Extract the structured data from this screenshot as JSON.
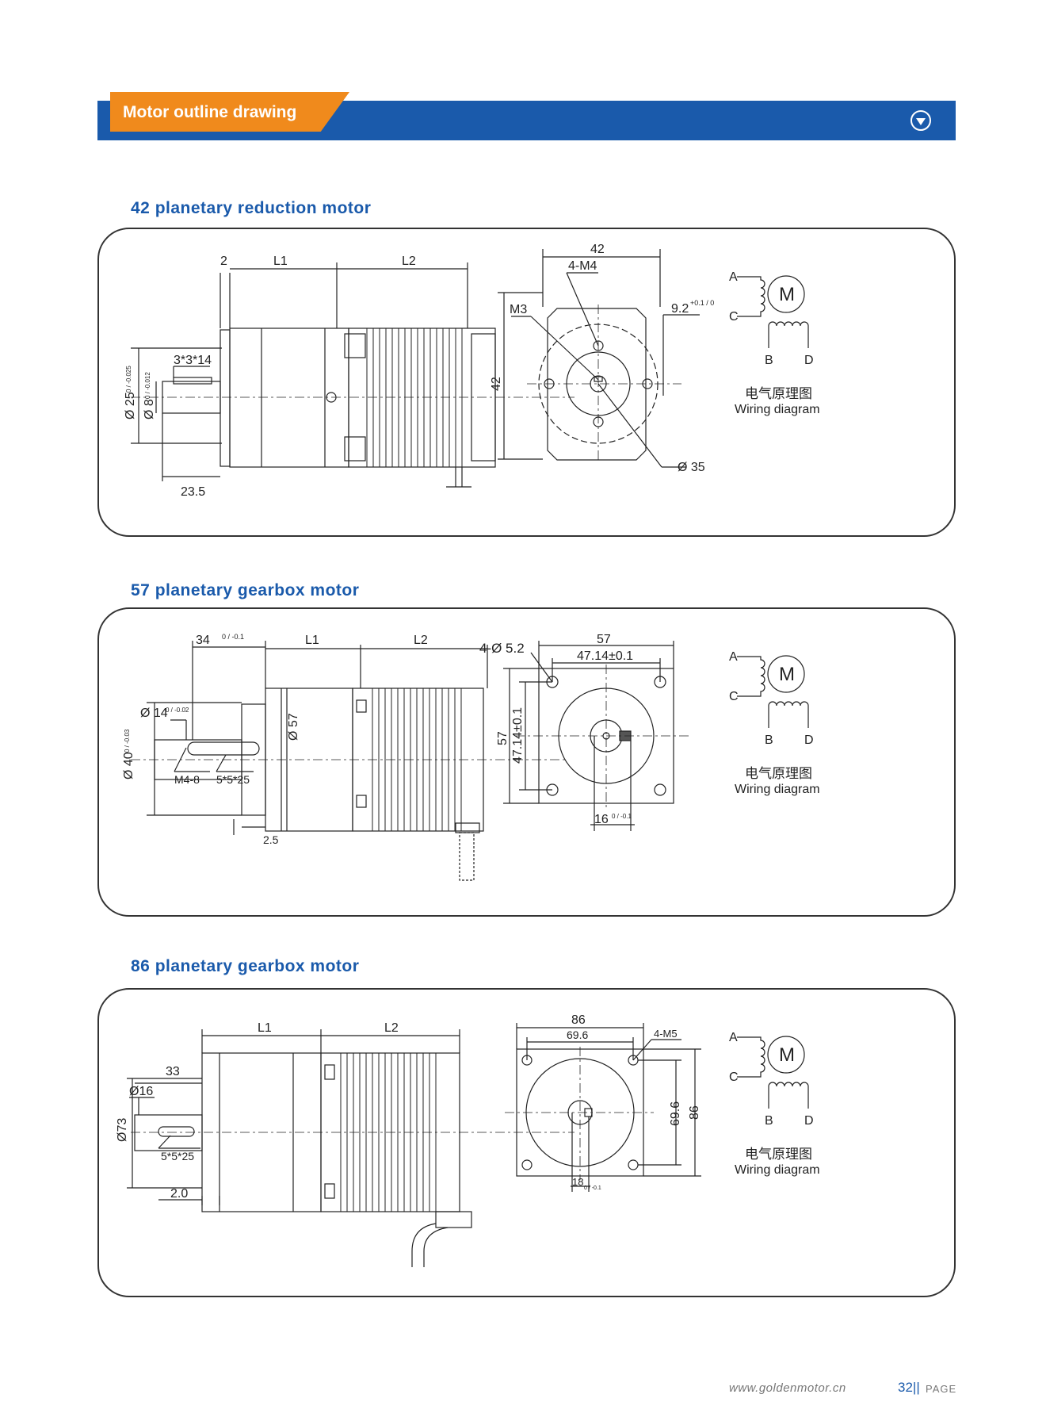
{
  "banner": {
    "title": "Motor outline drawing",
    "icon": "chevron-down-circle-icon"
  },
  "sections": [
    {
      "title": "42 planetary reduction motor",
      "dims": {
        "d2": "2",
        "L1": "L1",
        "L2": "L2",
        "key": "3*3*14",
        "shaft_d": "Ø 8",
        "shaft_tol": "0 / -0.012",
        "boss_d": "Ø 25",
        "boss_tol": "0 / -0.025",
        "len": "23.5",
        "face_w": "42",
        "face_h": "42",
        "m4": "4-M4",
        "m3": "M3",
        "offset": "9.2",
        "offset_tol": "+0.1 / 0",
        "pcd": "Ø 35"
      }
    },
    {
      "title": "57 planetary gearbox motor",
      "dims": {
        "d34": "34",
        "d34_tol": "0 / -0.1",
        "L1": "L1",
        "L2": "L2",
        "shaft_d": "Ø 14",
        "shaft_tol": "0 / -0.02",
        "boss_d": "Ø 40",
        "boss_tol": "0 / -0.03",
        "m48": "M4-8",
        "key": "5*5*25",
        "d25": "2.5",
        "body_d": "Ø 57",
        "holes": "4-Ø 5.2",
        "face_w": "57",
        "pitch_w": "47.14±0.1",
        "face_h": "57",
        "pitch_h": "47.14±0.1",
        "keyw": "16",
        "keyw_tol": "0 / -0.1"
      }
    },
    {
      "title": "86 planetary gearbox motor",
      "dims": {
        "L1": "L1",
        "L2": "L2",
        "d33": "33",
        "shaft_d": "Ø16",
        "boss_d": "Ø73",
        "key": "5*5*25",
        "d20": "2.0",
        "face_w": "86",
        "pitch_w": "69.6",
        "m5": "4-M5",
        "pitch_h": "69.6",
        "face_h": "86",
        "keyw": "18",
        "keyw_tol": "0 / -0.1"
      }
    }
  ],
  "wiring": {
    "a": "A",
    "c": "C",
    "b": "B",
    "d": "D",
    "m": "M",
    "zh": "电气原理图",
    "en": "Wiring diagram"
  },
  "footer": {
    "url": "www.goldenmotor.cn",
    "page_num": "32",
    "sep": "||",
    "page_label": "PAGE"
  }
}
